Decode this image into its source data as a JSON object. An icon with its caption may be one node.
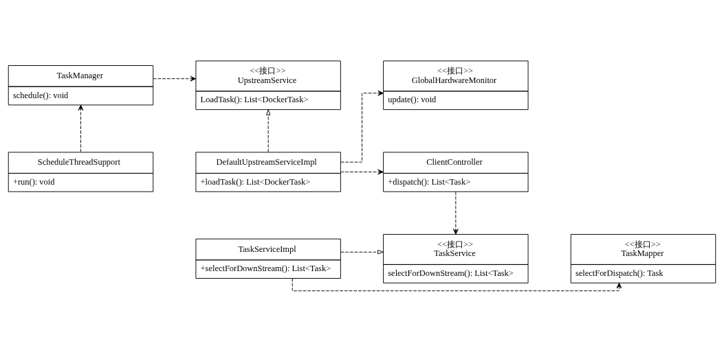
{
  "diagram": {
    "nodes": [
      {
        "text": [
          "TaskManager",
          "schedule(): void"
        ]
      },
      {
        "text": [
          "<<接口>>",
          "UpstreamService",
          "LoadTask(): List<DockerTask>"
        ]
      },
      {
        "text": [
          "<<接口>>",
          "GlobalHardwareMonitor",
          "update(): void"
        ]
      },
      {
        "text": [
          "ScheduleThreadSupport",
          "+run(): void"
        ]
      },
      {
        "text": [
          "DefaultUpstreamServiceImpl",
          "+loadTask(): List<DockerTask>"
        ]
      },
      {
        "text": [
          "ClientController",
          "+dispatch(): List<Task>"
        ]
      },
      {
        "text": [
          "<<接口>>",
          "TaskMapper",
          "selectForDispatch(): Task"
        ]
      },
      {
        "text": [
          "TaskServiceImpl",
          "+selectForDownStream(): List<Task>"
        ]
      },
      {
        "text": [
          "<<接口>>",
          "TaskService",
          "selectForDownStream(): List<Task>"
        ]
      }
    ],
    "edges": [
      {
        "from": 0,
        "to": 1,
        "arrow": "to",
        "style": "dashed"
      },
      {
        "from": 3,
        "to": 0,
        "arrow": "to",
        "style": "dashed"
      },
      {
        "from": 4,
        "to": 1,
        "arrow": "to",
        "style": "dashed"
      },
      {
        "from": 4,
        "to": 2,
        "arrow": "to",
        "style": "dashed"
      },
      {
        "from": 4,
        "to": 5,
        "arrow": "to",
        "style": "dashed"
      },
      {
        "from": 5,
        "to": 8,
        "arrow": "to",
        "style": "dashed"
      },
      {
        "from": 7,
        "to": 6,
        "arrow": "to",
        "style": "dashed"
      },
      {
        "from": 7,
        "to": 8,
        "arrow": "to",
        "style": "dashed"
      }
    ]
  }
}
